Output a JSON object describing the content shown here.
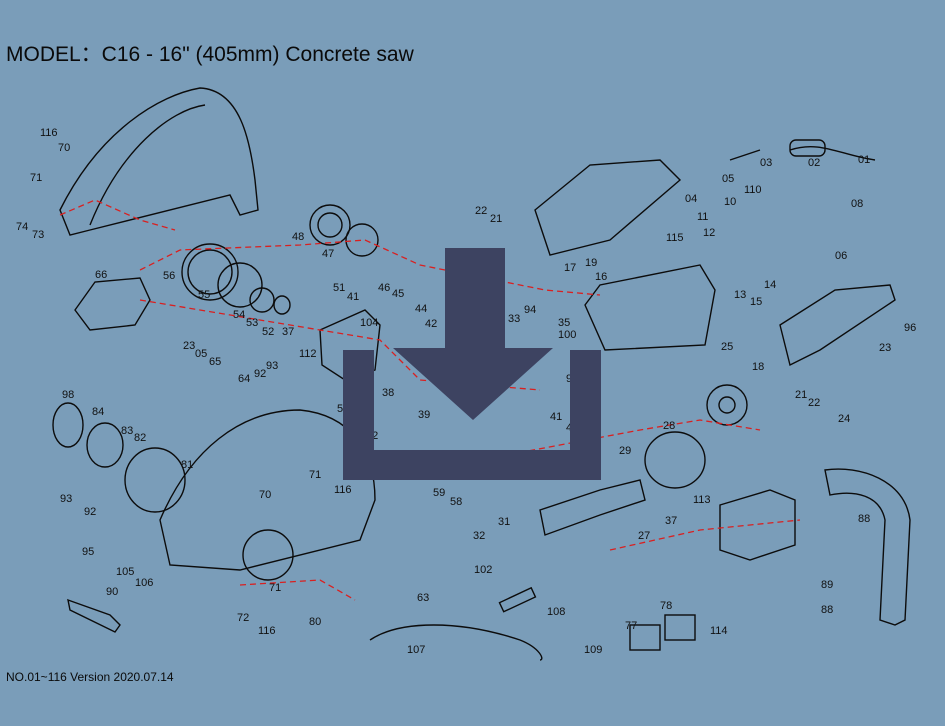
{
  "header": {
    "title": "MODEL：C16 - 16\" (405mm) Concrete saw"
  },
  "footer": {
    "version_text": "NO.01~116  Version 2020.07.14"
  },
  "overlay": {
    "icon": "download-icon",
    "color": "#3d4361"
  },
  "colors": {
    "background": "#7a9db9",
    "line": "#0c0c0c",
    "dashed_leader": "#d92020"
  },
  "callouts": [
    "116",
    "70",
    "71",
    "74",
    "73",
    "66",
    "56",
    "55",
    "54",
    "53",
    "52",
    "37",
    "51",
    "41",
    "112",
    "104",
    "48",
    "47",
    "46",
    "45",
    "44",
    "22",
    "21",
    "17",
    "19",
    "03",
    "02",
    "01",
    "110",
    "10",
    "08",
    "11",
    "12",
    "115",
    "13",
    "15",
    "06",
    "16",
    "33",
    "94",
    "35",
    "100",
    "97",
    "96",
    "23",
    "18",
    "21",
    "22",
    "24",
    "25",
    "23",
    "05",
    "65",
    "64",
    "92",
    "93",
    "98",
    "84",
    "83",
    "82",
    "81",
    "38",
    "39",
    "93",
    "92",
    "41",
    "40",
    "28",
    "29",
    "71",
    "70",
    "116",
    "59",
    "58",
    "31",
    "32",
    "102",
    "113",
    "37",
    "27",
    "88",
    "89",
    "88",
    "95",
    "105",
    "106",
    "93",
    "92",
    "90",
    "72",
    "71",
    "116",
    "80",
    "63",
    "107",
    "108",
    "109",
    "77",
    "78",
    "114",
    "57",
    "42",
    "04",
    "05",
    "14"
  ]
}
